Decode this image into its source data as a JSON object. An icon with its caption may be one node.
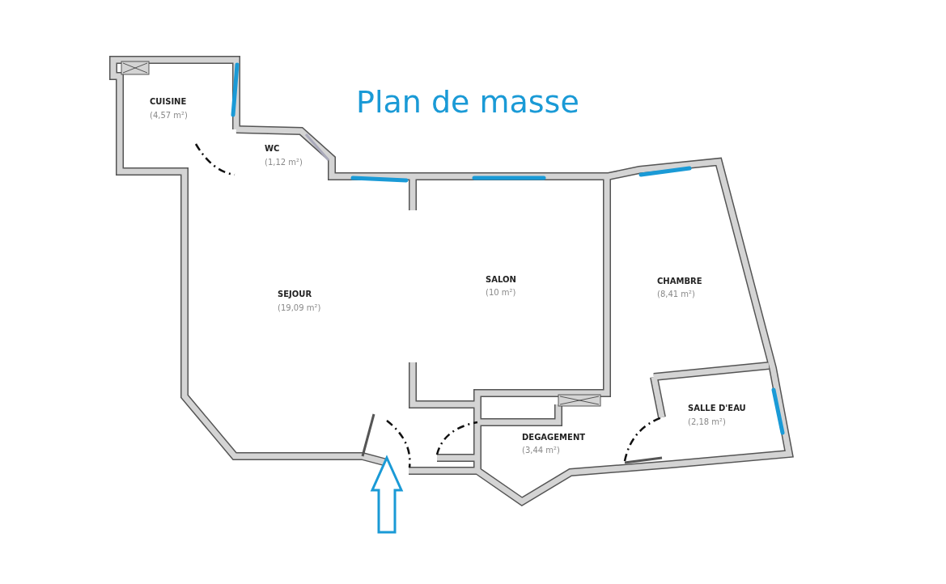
{
  "diagram": {
    "title": "Plan de masse",
    "labels": [
      "CUISINE",
      "(4,57 m²)",
      "WC",
      "(1,12 m²)",
      "SALON",
      "(10 m²)",
      "CHAMBRE",
      "(8,41 m²)",
      "SEJOUR",
      "(19,09 m²)",
      "SALLE D'EAU",
      "(2,18 m²)",
      "DEGAGEMENT",
      "(3,44 m²)"
    ]
  }
}
